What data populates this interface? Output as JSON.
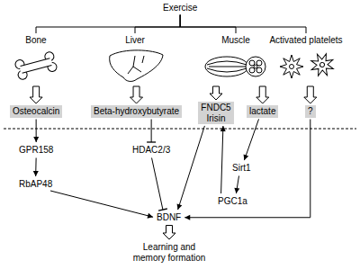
{
  "diagram": {
    "nodes": [
      {
        "text": [
          "Exercise"
        ]
      },
      {
        "text": [
          "Bone"
        ]
      },
      {
        "text": [
          "Liver"
        ]
      },
      {
        "text": [
          "Muscle"
        ]
      },
      {
        "text": [
          "Activated platelets"
        ]
      },
      {
        "text": [
          "Osteocalcin"
        ]
      },
      {
        "text": [
          "Beta-hydroxybutyrate"
        ]
      },
      {
        "text": [
          "FNDC5 Irisin"
        ]
      },
      {
        "text": [
          "lactate"
        ]
      },
      {
        "text": [
          "?"
        ]
      },
      {
        "text": [
          "GPR158"
        ]
      },
      {
        "text": [
          "RbAP48"
        ]
      },
      {
        "text": [
          "HDAC2/3"
        ]
      },
      {
        "text": [
          "Sirt1"
        ]
      },
      {
        "text": [
          "PGC1a"
        ]
      },
      {
        "text": [
          "BDNF"
        ]
      },
      {
        "text": [
          "Learning and memory formation"
        ]
      }
    ],
    "edges": [
      {
        "from": 0,
        "to": 1,
        "arrow": "none"
      },
      {
        "from": 0,
        "to": 2,
        "arrow": "none"
      },
      {
        "from": 0,
        "to": 3,
        "arrow": "none"
      },
      {
        "from": 0,
        "to": 4,
        "arrow": "none"
      },
      {
        "from": 1,
        "to": 5,
        "arrow": "to"
      },
      {
        "from": 2,
        "to": 6,
        "arrow": "to"
      },
      {
        "from": 3,
        "to": 7,
        "arrow": "to"
      },
      {
        "from": 3,
        "to": 8,
        "arrow": "to"
      },
      {
        "from": 4,
        "to": 9,
        "arrow": "to"
      },
      {
        "from": 5,
        "to": 10,
        "arrow": "to"
      },
      {
        "from": 10,
        "to": 11,
        "arrow": "to"
      },
      {
        "from": 11,
        "to": 15,
        "arrow": "to"
      },
      {
        "from": 6,
        "to": 12,
        "arrow": "to"
      },
      {
        "from": 12,
        "to": 15,
        "arrow": "to"
      },
      {
        "from": 7,
        "to": 15,
        "arrow": "to"
      },
      {
        "from": 8,
        "to": 13,
        "arrow": "to"
      },
      {
        "from": 13,
        "to": 14,
        "arrow": "to"
      },
      {
        "from": 14,
        "to": 7,
        "arrow": "to"
      },
      {
        "from": 9,
        "to": 15,
        "arrow": "to"
      },
      {
        "from": 15,
        "to": 16,
        "arrow": "to"
      }
    ]
  }
}
